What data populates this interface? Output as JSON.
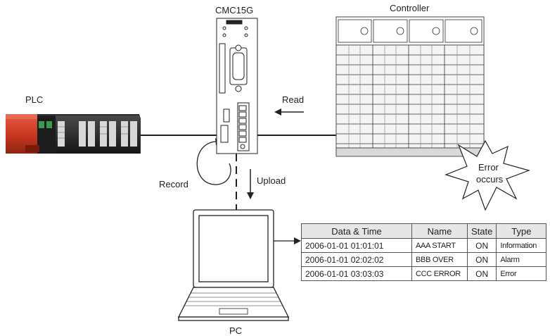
{
  "labels": {
    "module": "CMC15G",
    "controller": "Controller",
    "plc": "PLC",
    "read": "Read",
    "record": "Record",
    "upload": "Upload",
    "pc": "PC",
    "error_line1": "Error",
    "error_line2": "occurs"
  },
  "table": {
    "headers": [
      "Data & Time",
      "Name",
      "State",
      "Type"
    ],
    "rows": [
      [
        "2006-01-01 01:01:01",
        "AAA START",
        "ON",
        "Information"
      ],
      [
        "2006-01-01 02:02:02",
        "BBB OVER",
        "ON",
        "Alarm"
      ],
      [
        "2006-01-01 03:03:03",
        "CCC ERROR",
        "ON",
        "Error"
      ]
    ]
  },
  "colors": {
    "plc_body": "#c6361f",
    "plc_dark": "#2a2a2a",
    "line": "#222222",
    "table_header_bg": "#e6e6e6"
  }
}
